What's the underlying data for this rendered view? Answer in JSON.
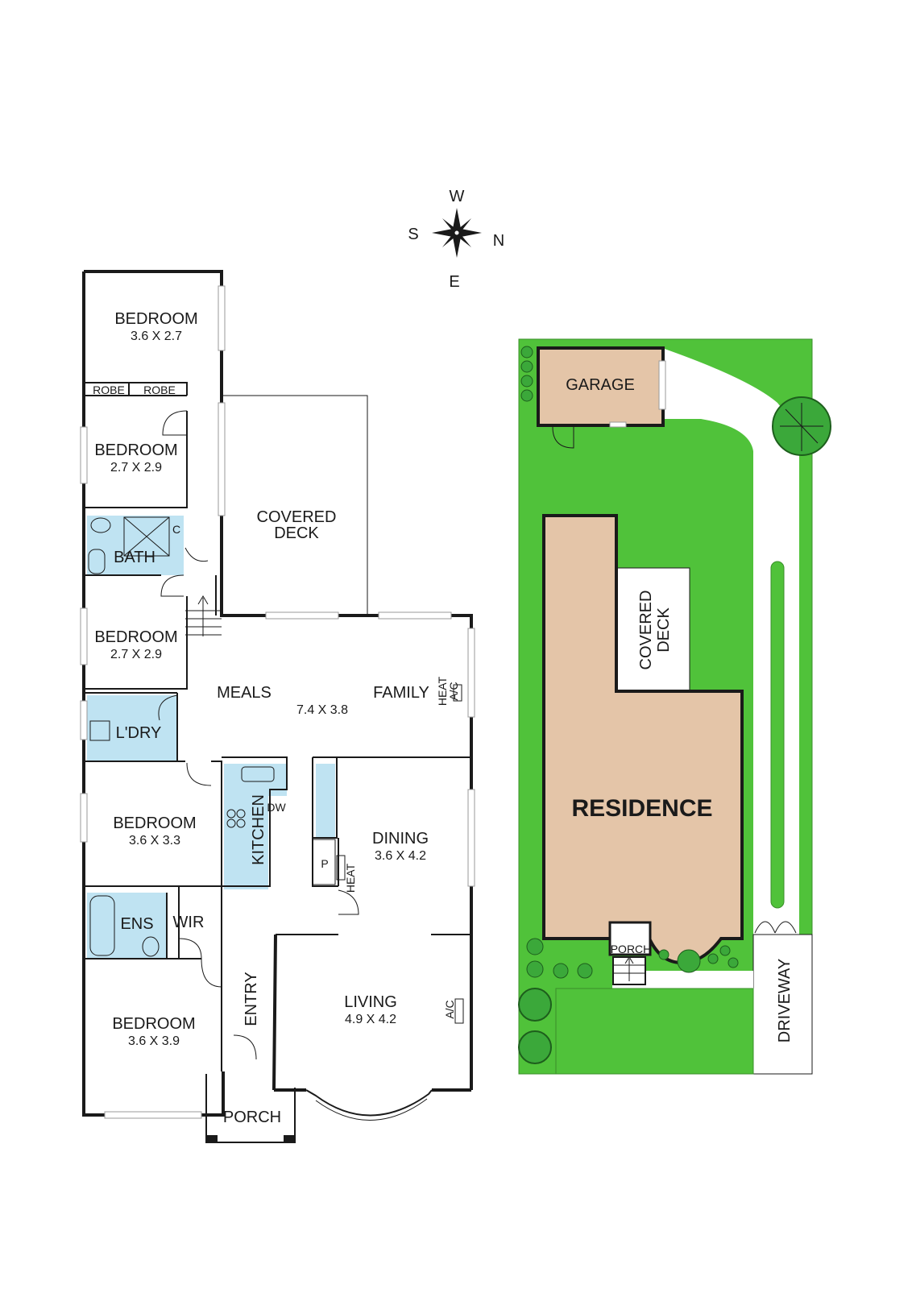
{
  "compass": {
    "w": "W",
    "s": "S",
    "n": "N",
    "e": "E"
  },
  "rooms": {
    "bedroom1": {
      "name": "BEDROOM",
      "dim": "3.6 X 2.7"
    },
    "robe1": "ROBE",
    "robe2": "ROBE",
    "bedroom2": {
      "name": "BEDROOM",
      "dim": "2.7 X 2.9"
    },
    "covered_deck": {
      "line1": "COVERED",
      "line2": "DECK"
    },
    "bath": "BATH",
    "cupboard": "C",
    "bedroom3": {
      "name": "BEDROOM",
      "dim": "2.7 X 2.9"
    },
    "meals": "MEALS",
    "meals_family_dim": "7.4 X 3.8",
    "family": "FAMILY",
    "heat_ac": {
      "line1": "HEAT",
      "line2": "A/C"
    },
    "laundry": "L'DRY",
    "bedroom4": {
      "name": "BEDROOM",
      "dim": "3.6 X 3.3"
    },
    "kitchen": "KITCHEN",
    "dw": "DW",
    "pantry": "P",
    "heat": "HEAT",
    "dining": {
      "name": "DINING",
      "dim": "3.6 X 4.2"
    },
    "ens": "ENS",
    "wir": "WIR",
    "entry": "ENTRY",
    "living": {
      "name": "LIVING",
      "dim": "4.9 X 4.2"
    },
    "ac": "A/C",
    "bedroom5": {
      "name": "BEDROOM",
      "dim": "3.6 X 3.9"
    },
    "porch": "PORCH"
  },
  "site": {
    "garage": "GARAGE",
    "covered_deck": {
      "line1": "COVERED",
      "line2": "DECK"
    },
    "residence": "RESIDENCE",
    "porch": "PORCH",
    "driveway": "DRIVEWAY"
  },
  "colors": {
    "wet_area": "#bfe3f2",
    "lawn": "#50c23a",
    "residence": "#e4c5a8",
    "walls": "#1a1a1a"
  }
}
